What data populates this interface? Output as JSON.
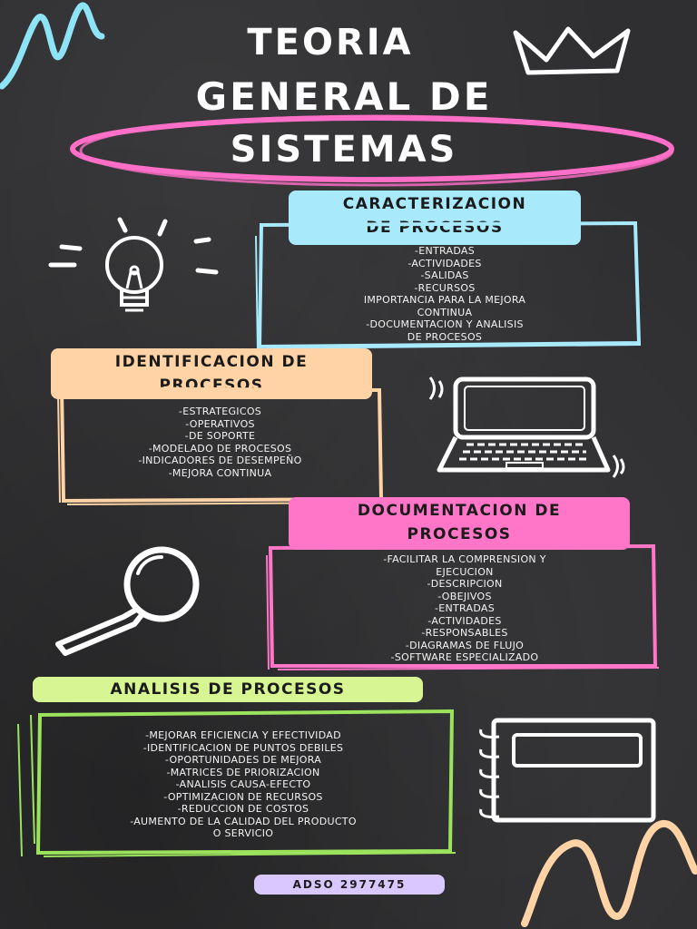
{
  "title": {
    "line1": "TEORIA",
    "line2": "GENERAL DE",
    "line3": "SISTEMAS"
  },
  "sections": [
    {
      "id": "caracterizacion",
      "heading_line1": "CARACTERIZACION",
      "heading_line2": "DE PROCESOS",
      "color": "#a8eafc",
      "items": [
        "-ENTRADAS",
        "-ACTIVIDADES",
        "-SALIDAS",
        "-RECURSOS",
        "IMPORTANCIA PARA LA MEJORA",
        "CONTINUA",
        "-DOCUMENTACION Y ANALISIS",
        "DE PROCESOS"
      ]
    },
    {
      "id": "identificacion",
      "heading_line1": "IDENTIFICACION DE",
      "heading_line2": "PROCESOS",
      "color": "#ffd3a5",
      "items": [
        "-ESTRATEGICOS",
        "-OPERATIVOS",
        "-DE SOPORTE",
        "-MODELADO DE PROCESOS",
        "-INDICADORES DE DESEMPEÑO",
        "-MEJORA CONTINUA"
      ]
    },
    {
      "id": "documentacion",
      "heading_line1": "DOCUMENTACION DE",
      "heading_line2": "PROCESOS",
      "color": "#ff76c9",
      "items": [
        "-FACILITAR LA COMPRENSION Y",
        "EJECUCION",
        "-DESCRIPCION",
        "-OBEJIVOS",
        "-ENTRADAS",
        "-ACTIVIDADES",
        "-RESPONSABLES",
        "-DIAGRAMAS DE FLUJO",
        "-SOFTWARE ESPECIALIZADO"
      ]
    },
    {
      "id": "analisis",
      "heading_line1": "ANALISIS DE PROCESOS",
      "color": "#d8f593",
      "items": [
        "-MEJORAR EFICIENCIA Y EFECTIVIDAD",
        "-IDENTIFICACION DE PUNTOS DEBILES",
        "-OPORTUNIDADES DE MEJORA",
        "-MATRICES DE PRIORIZACION",
        "-ANALISIS CAUSA-EFECTO",
        "-OPTIMIZACION DE RECURSOS",
        "-REDUCCION DE COSTOS",
        "-AUMENTO DE LA CALIDAD DEL PRODUCTO",
        "O SERVICIO"
      ]
    }
  ],
  "footer": {
    "label": "ADSO 2977475"
  },
  "icons": [
    "crown-icon",
    "lightbulb-icon",
    "laptop-icon",
    "magnifier-icon",
    "notebook-icon",
    "squiggle-icon"
  ],
  "colors": {
    "board": "#2f2f31",
    "ellipse": "#ff6fc8",
    "squiggle_blue": "#8ee3f7",
    "squiggle_orange": "#ffd3a5"
  }
}
